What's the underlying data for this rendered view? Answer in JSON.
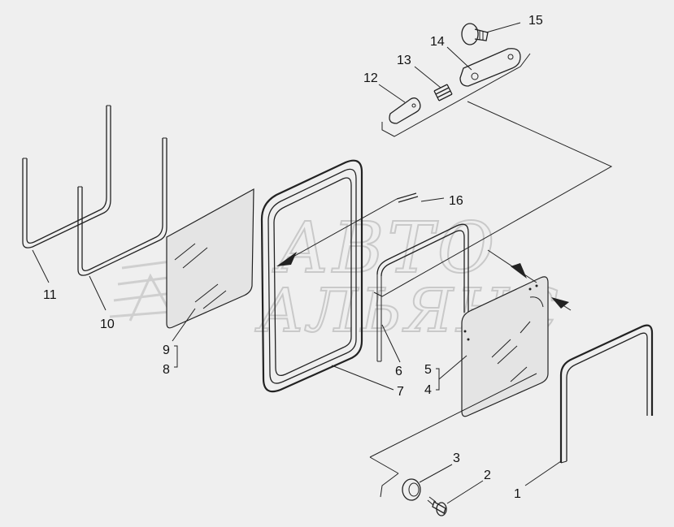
{
  "watermark": {
    "line1": "АВТО",
    "line2": "АЛЬЯНС"
  },
  "callouts": [
    {
      "id": "1",
      "label": "1"
    },
    {
      "id": "2",
      "label": "2"
    },
    {
      "id": "3",
      "label": "3"
    },
    {
      "id": "4",
      "label": "4"
    },
    {
      "id": "5",
      "label": "5"
    },
    {
      "id": "6",
      "label": "6"
    },
    {
      "id": "7",
      "label": "7"
    },
    {
      "id": "8",
      "label": "8"
    },
    {
      "id": "9",
      "label": "9"
    },
    {
      "id": "10",
      "label": "10"
    },
    {
      "id": "11",
      "label": "11"
    },
    {
      "id": "12",
      "label": "12"
    },
    {
      "id": "13",
      "label": "13"
    },
    {
      "id": "14",
      "label": "14"
    },
    {
      "id": "15",
      "label": "15"
    },
    {
      "id": "16",
      "label": "16"
    }
  ],
  "colors": {
    "background": "#efefef",
    "line": "#222222",
    "glass": "#e4e4e4",
    "watermark": "#c9c9c9"
  }
}
